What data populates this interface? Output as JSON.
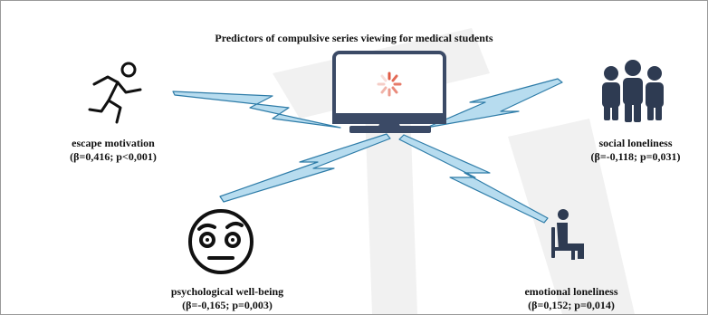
{
  "title": "Predictors of compulsive series viewing for medical students",
  "colors": {
    "bolt_fill": "#b7dcef",
    "bolt_stroke": "#2e7ca8",
    "monitor_frame": "#3b4a66",
    "icon_dark": "#2e3b52",
    "spinner": "#e05a44"
  },
  "predictors": [
    {
      "id": "escape",
      "icon": "running-person-icon",
      "name": "escape motivation",
      "stats": "(β=0,416; p<0,001)"
    },
    {
      "id": "social",
      "icon": "group-of-people-icon",
      "name": "social loneliness",
      "stats": "(β=-0,118; p=0,031)"
    },
    {
      "id": "wellbeing",
      "icon": "worried-face-icon",
      "name": "psychological well-being",
      "stats": "(β=-0,165; p=0,003)"
    },
    {
      "id": "emotional",
      "icon": "seated-person-icon",
      "name": "emotional loneliness",
      "stats": "(β=0,152; p=0,014)"
    }
  ]
}
